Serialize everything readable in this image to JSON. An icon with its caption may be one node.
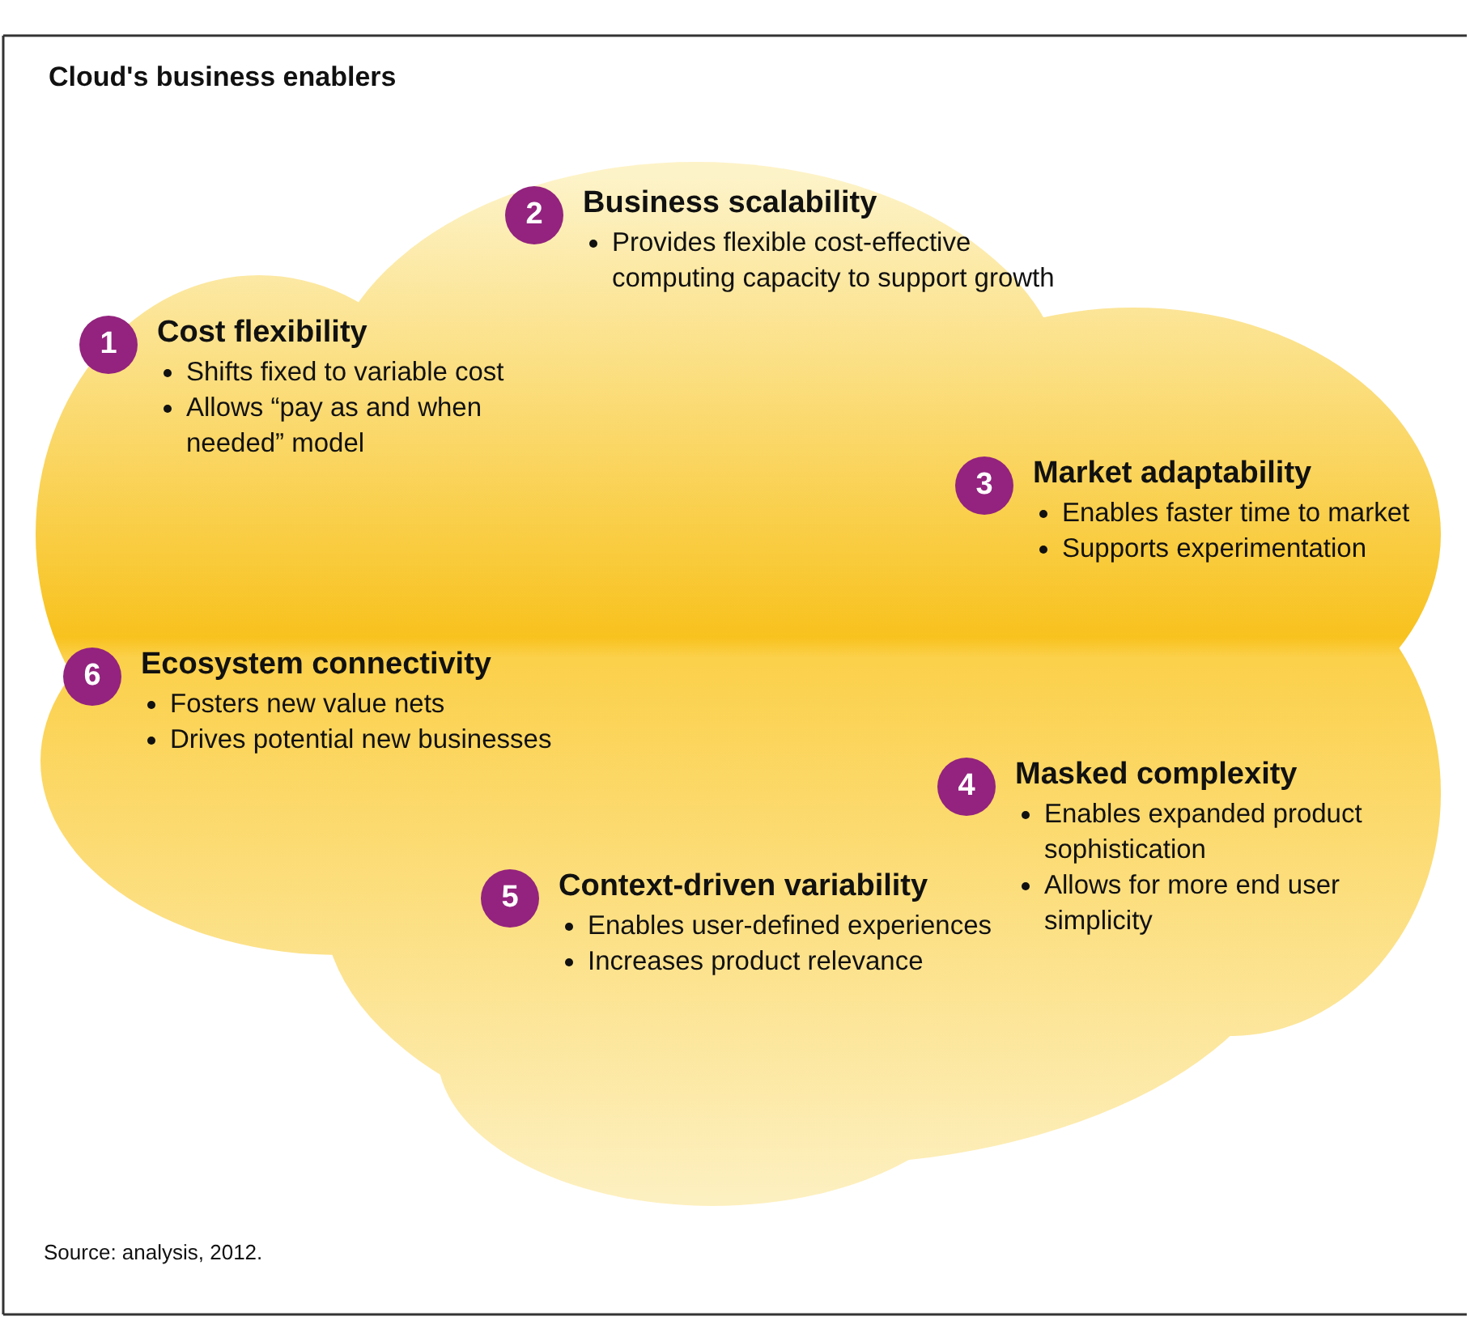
{
  "diagram": {
    "title": "Cloud's business enablers",
    "nodes": [
      {
        "text": [
          "1",
          "Cost flexibility",
          "Shifts fixed to variable cost",
          "Allows “pay as and when needed” model"
        ]
      },
      {
        "text": [
          "2",
          "Business scalability",
          "Provides flexible cost-effective computing capacity to support growth"
        ]
      },
      {
        "text": [
          "3",
          "Market adaptability",
          "Enables faster time to market",
          "Supports experimentation"
        ]
      },
      {
        "text": [
          "6",
          "Ecosystem connectivity",
          "Fosters new value nets",
          "Drives potential new businesses"
        ]
      },
      {
        "text": [
          "4",
          "Masked complexity",
          "Enables expanded product sophistication",
          "Allows for more end user simplicity"
        ]
      },
      {
        "text": [
          "5",
          "Context-driven variability",
          "Enables user-defined experiences",
          "Increases product relevance"
        ]
      }
    ],
    "labels": [
      "Source: analysis, 2012."
    ]
  }
}
